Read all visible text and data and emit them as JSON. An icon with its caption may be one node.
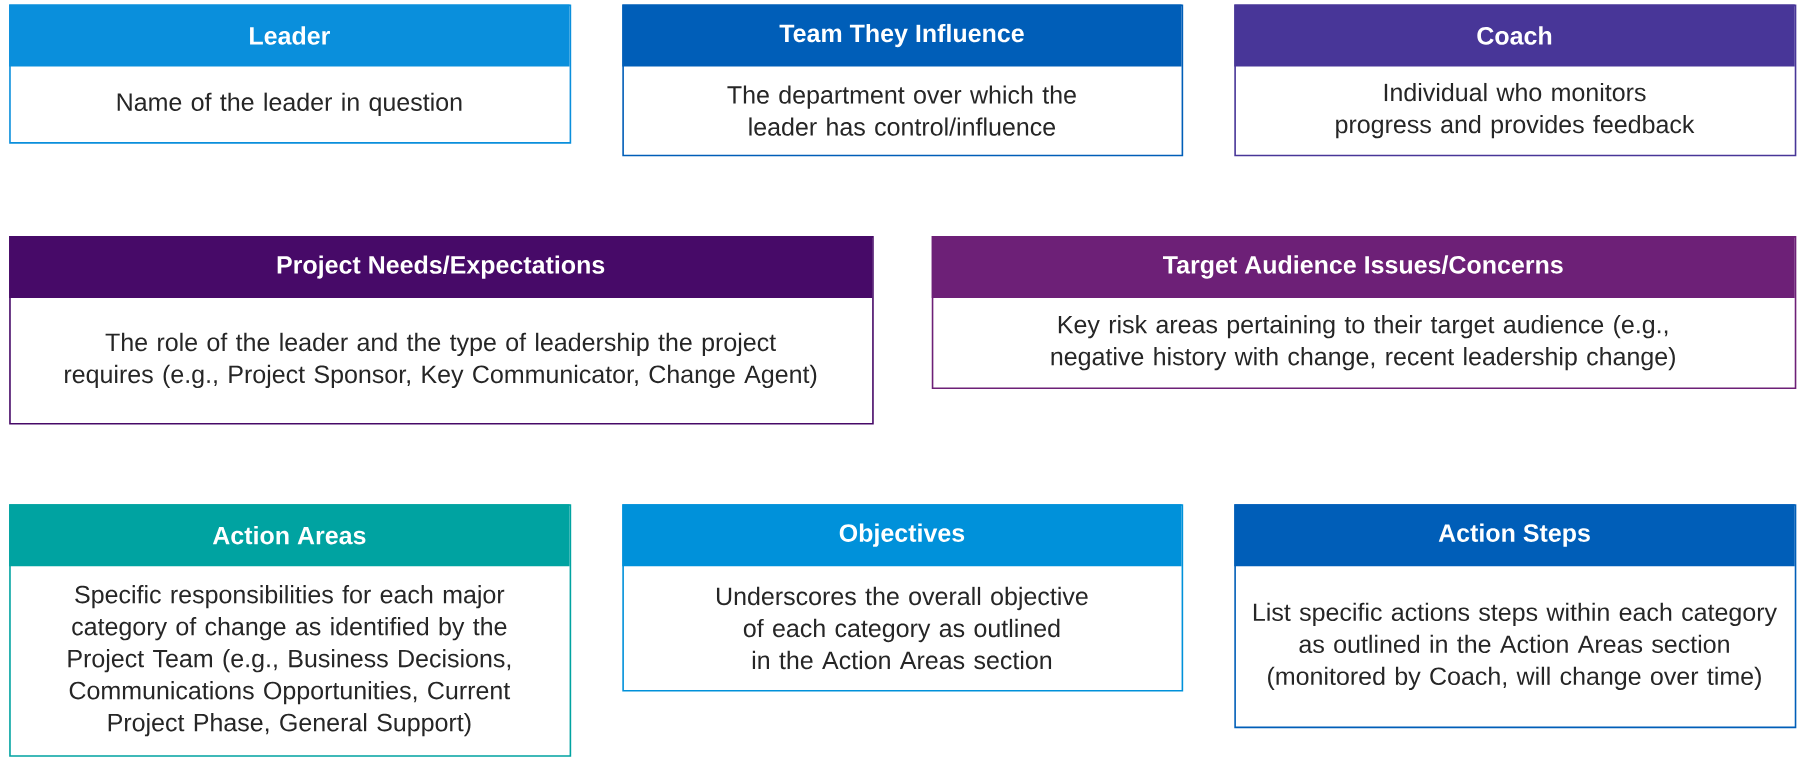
{
  "diagram": {
    "nodes": [
      {
        "text": [
          "Leader",
          "Name of the leader in question"
        ]
      },
      {
        "text": [
          "Team They Influence",
          "The department over which the leader has control/influence"
        ]
      },
      {
        "text": [
          "Coach",
          "Individual who monitors progress and provides feedback"
        ]
      },
      {
        "text": [
          "Project Needs/Expectations",
          "The role of the leader and the type of leadership the project requires (e.g., Project Sponsor, Key Communicator, Change Agent)"
        ]
      },
      {
        "text": [
          "Target Audience Issues/Concerns",
          "Key risk areas pertaining to their target audience (e.g., negative history with change, recent leadership change)"
        ]
      },
      {
        "text": [
          "Action Areas",
          "Specific responsibilities for each major category of change as identified by the Project Team (e.g., Business Decisions, Communications Opportunities, Current Project Phase, General Support)"
        ]
      },
      {
        "text": [
          "Objectives",
          "Underscores the overall objective of each category as outlined in the Action Areas section"
        ]
      },
      {
        "text": [
          "Action Steps",
          "List specific actions steps within each category as outlined in the Action Areas section (monitored by Coach, will change over time)"
        ]
      }
    ]
  }
}
